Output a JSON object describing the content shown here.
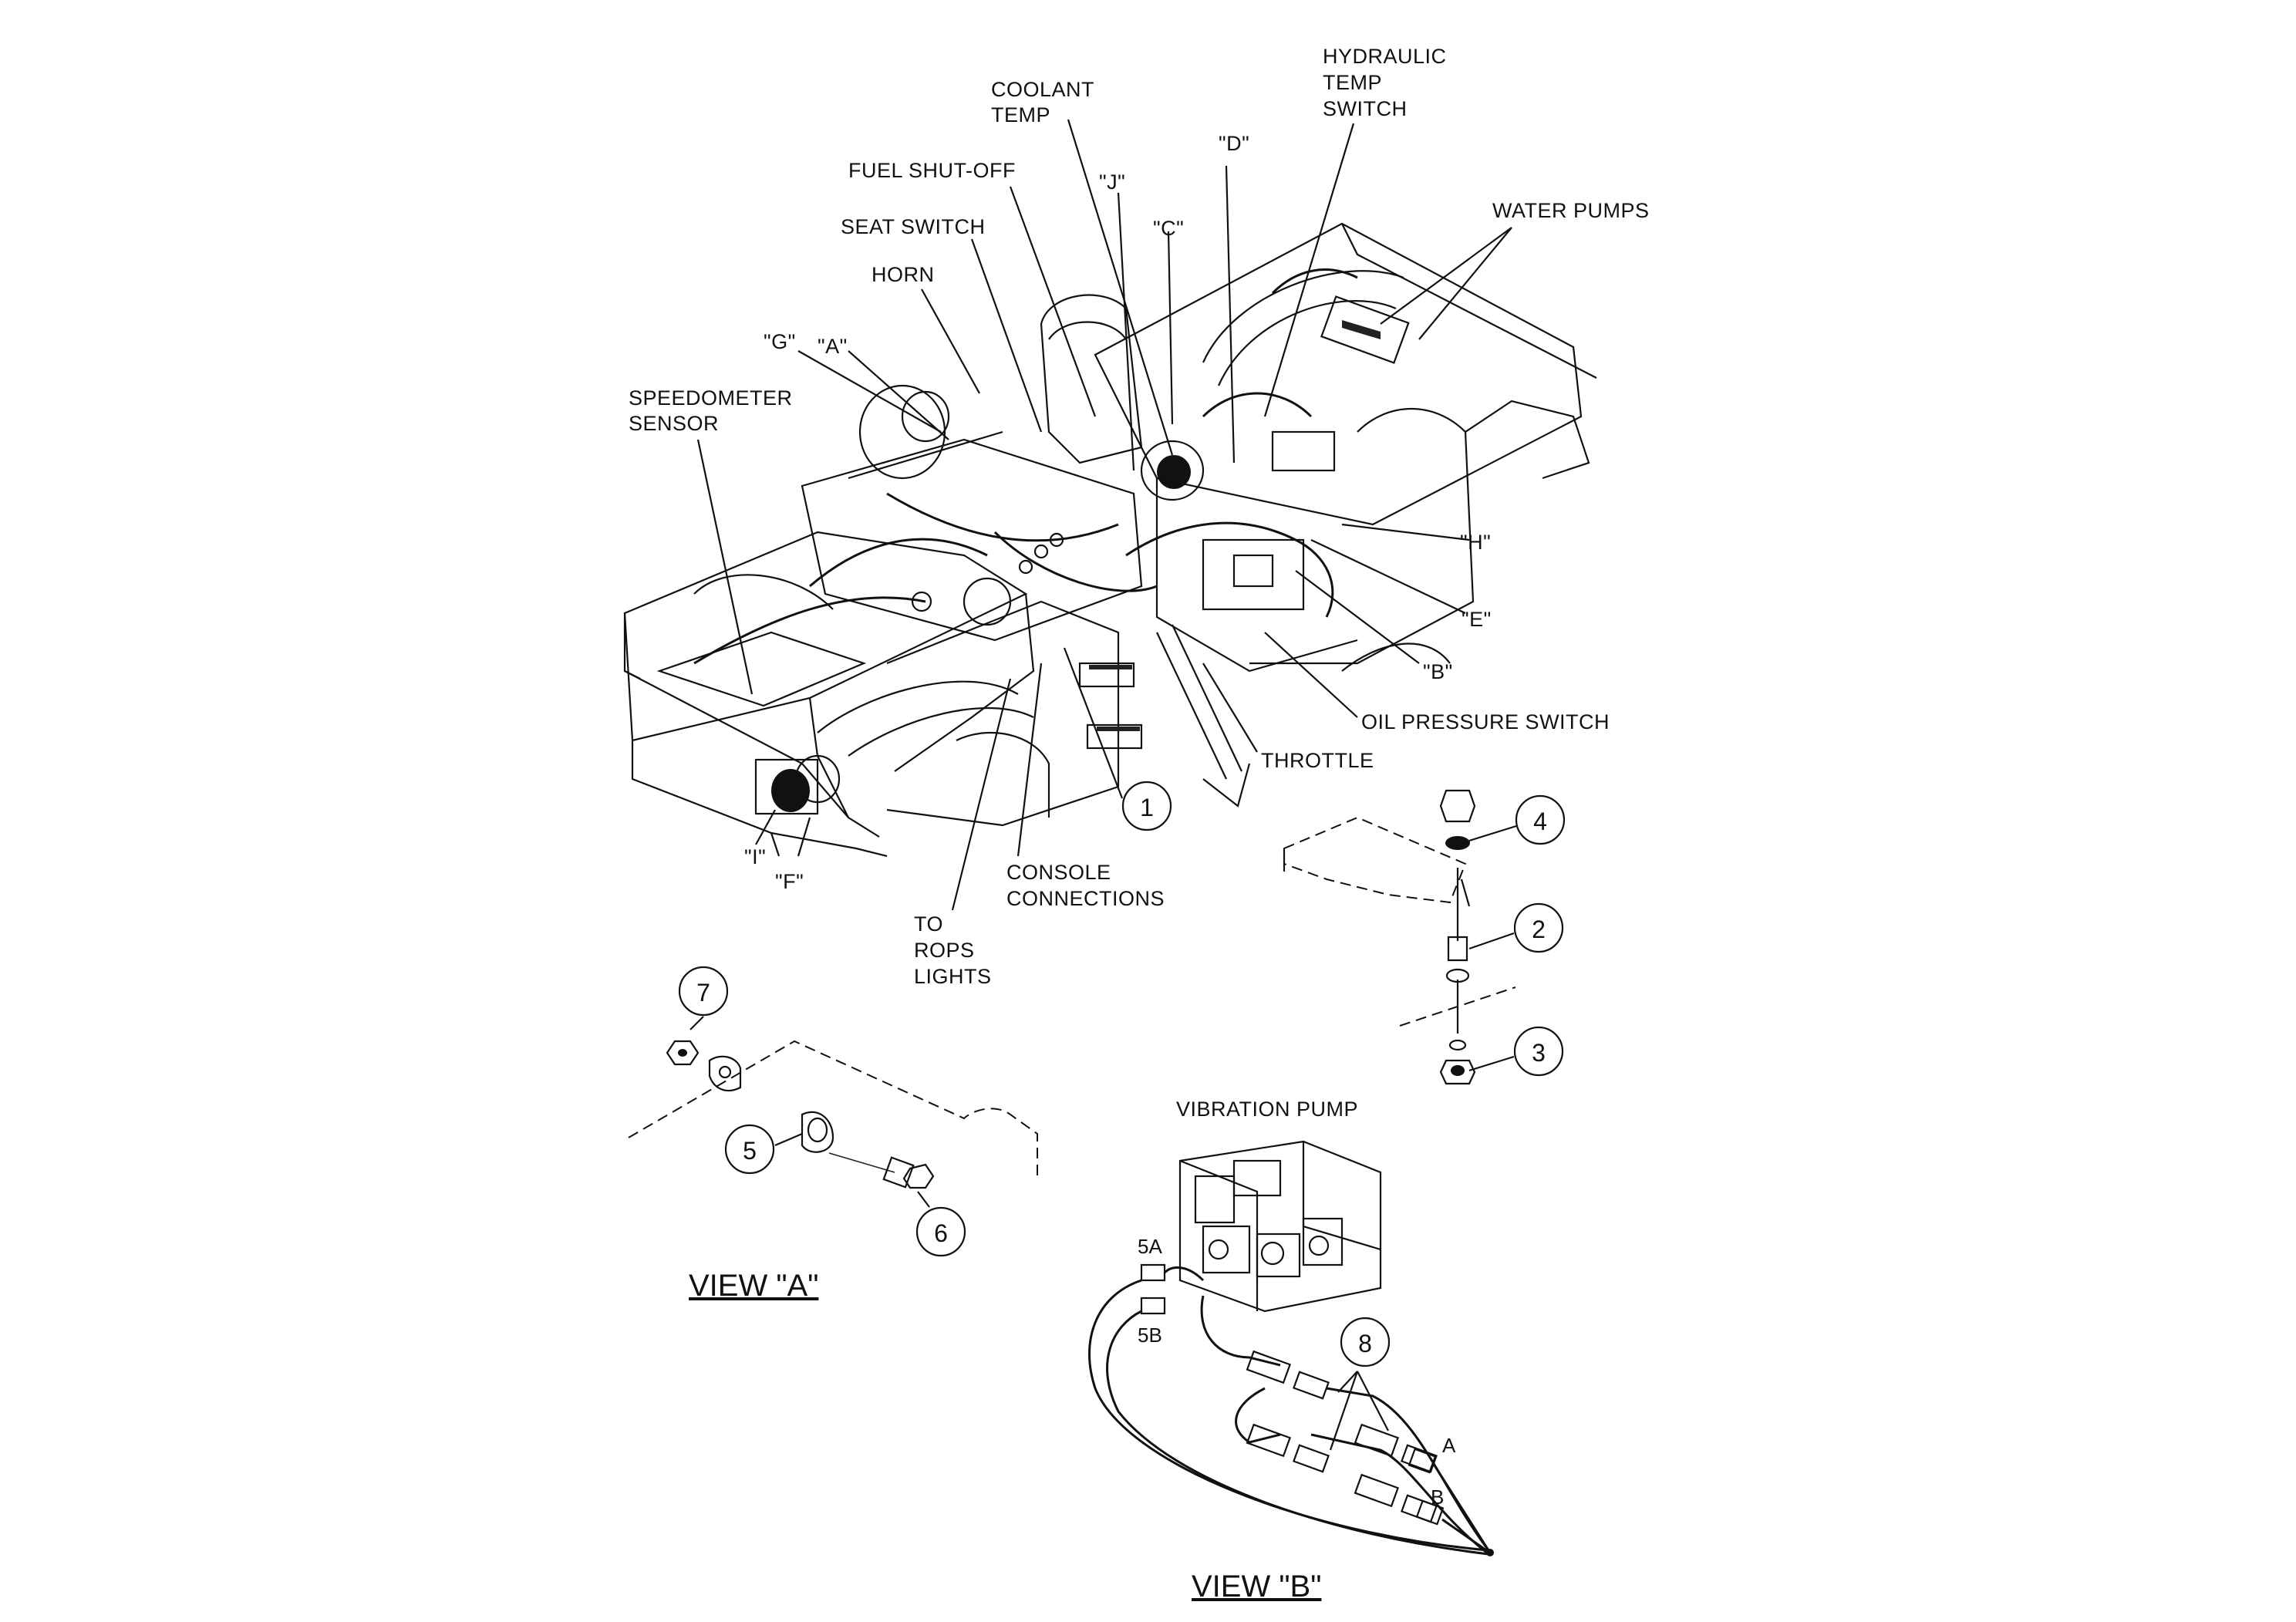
{
  "labels": {
    "coolant_temp": [
      "COOLANT",
      "TEMP"
    ],
    "hydraulic_temp_switch": [
      "HYDRAULIC",
      "TEMP",
      "SWITCH"
    ],
    "fuel_shut_off": "FUEL SHUT-OFF",
    "seat_switch": "SEAT SWITCH",
    "horn": "HORN",
    "water_pumps": "WATER PUMPS",
    "speedometer_sensor": [
      "SPEEDOMETER",
      "SENSOR"
    ],
    "oil_pressure_switch": "OIL PRESSURE SWITCH",
    "throttle": "THROTTLE",
    "console_connections": [
      "CONSOLE",
      "CONNECTIONS"
    ],
    "to_rops_lights": [
      "TO",
      "ROPS",
      "LIGHTS"
    ],
    "vibration_pump": "VIBRATION PUMP",
    "view_a": "VIEW \"A\"",
    "view_b": "VIEW \"B\""
  },
  "callouts": {
    "D": "\"D\"",
    "J": "\"J\"",
    "C": "\"C\"",
    "G": "\"G\"",
    "A": "\"A\"",
    "H": "\"H\"",
    "E": "\"E\"",
    "B": "\"B\"",
    "I": "\"I\"",
    "F": "\"F\""
  },
  "part_bubbles": [
    "1",
    "2",
    "3",
    "4",
    "5",
    "6",
    "7",
    "8"
  ],
  "view_b_ports": {
    "p5a": "5A",
    "p5b": "5B",
    "a": "A",
    "b": "B"
  }
}
